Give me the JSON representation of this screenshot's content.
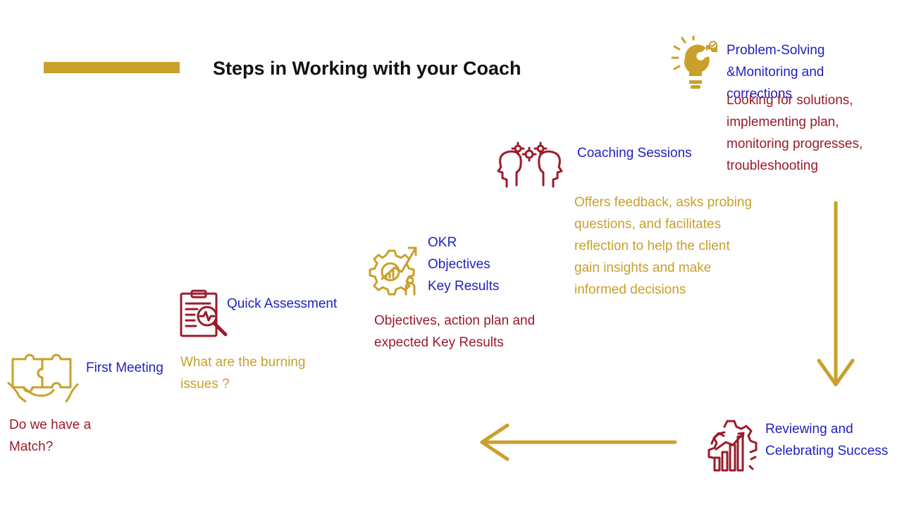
{
  "title": "Steps in Working with your Coach",
  "colors": {
    "gold": "#c9a02b",
    "red": "#9b1b2a",
    "blue": "#1f1fbf",
    "title": "#111111"
  },
  "steps": [
    {
      "label": "First Meeting",
      "desc_lines": [
        "Do we have a",
        "Match?"
      ],
      "icon": "puzzle-handshake-icon"
    },
    {
      "label": "Quick Assessment",
      "desc_lines": [
        "What are the burning",
        "issues ?"
      ],
      "icon": "clipboard-magnifier-icon"
    },
    {
      "label_lines": [
        "OKR",
        "Objectives",
        "Key Results"
      ],
      "desc_lines": [
        "Objectives, action plan and",
        "expected Key Results"
      ],
      "icon": "gear-target-growth-icon"
    },
    {
      "label": "Coaching Sessions",
      "desc_lines": [
        "Offers feedback, asks probing",
        "questions, and facilitates",
        "reflection to help the client",
        "gain insights and make",
        "informed decisions"
      ],
      "icon": "heads-gears-icon"
    },
    {
      "label_lines": [
        "Problem-Solving",
        "&Monitoring and",
        "corrections"
      ],
      "desc_lines": [
        "Looking for solutions,",
        "implementing plan,",
        "monitoring progresses,",
        "troubleshooting"
      ],
      "icon": "lightbulb-puzzle-icon"
    },
    {
      "label_lines": [
        "Reviewing and",
        "Celebrating Success"
      ],
      "icon": "gear-bar-chart-icon"
    }
  ]
}
